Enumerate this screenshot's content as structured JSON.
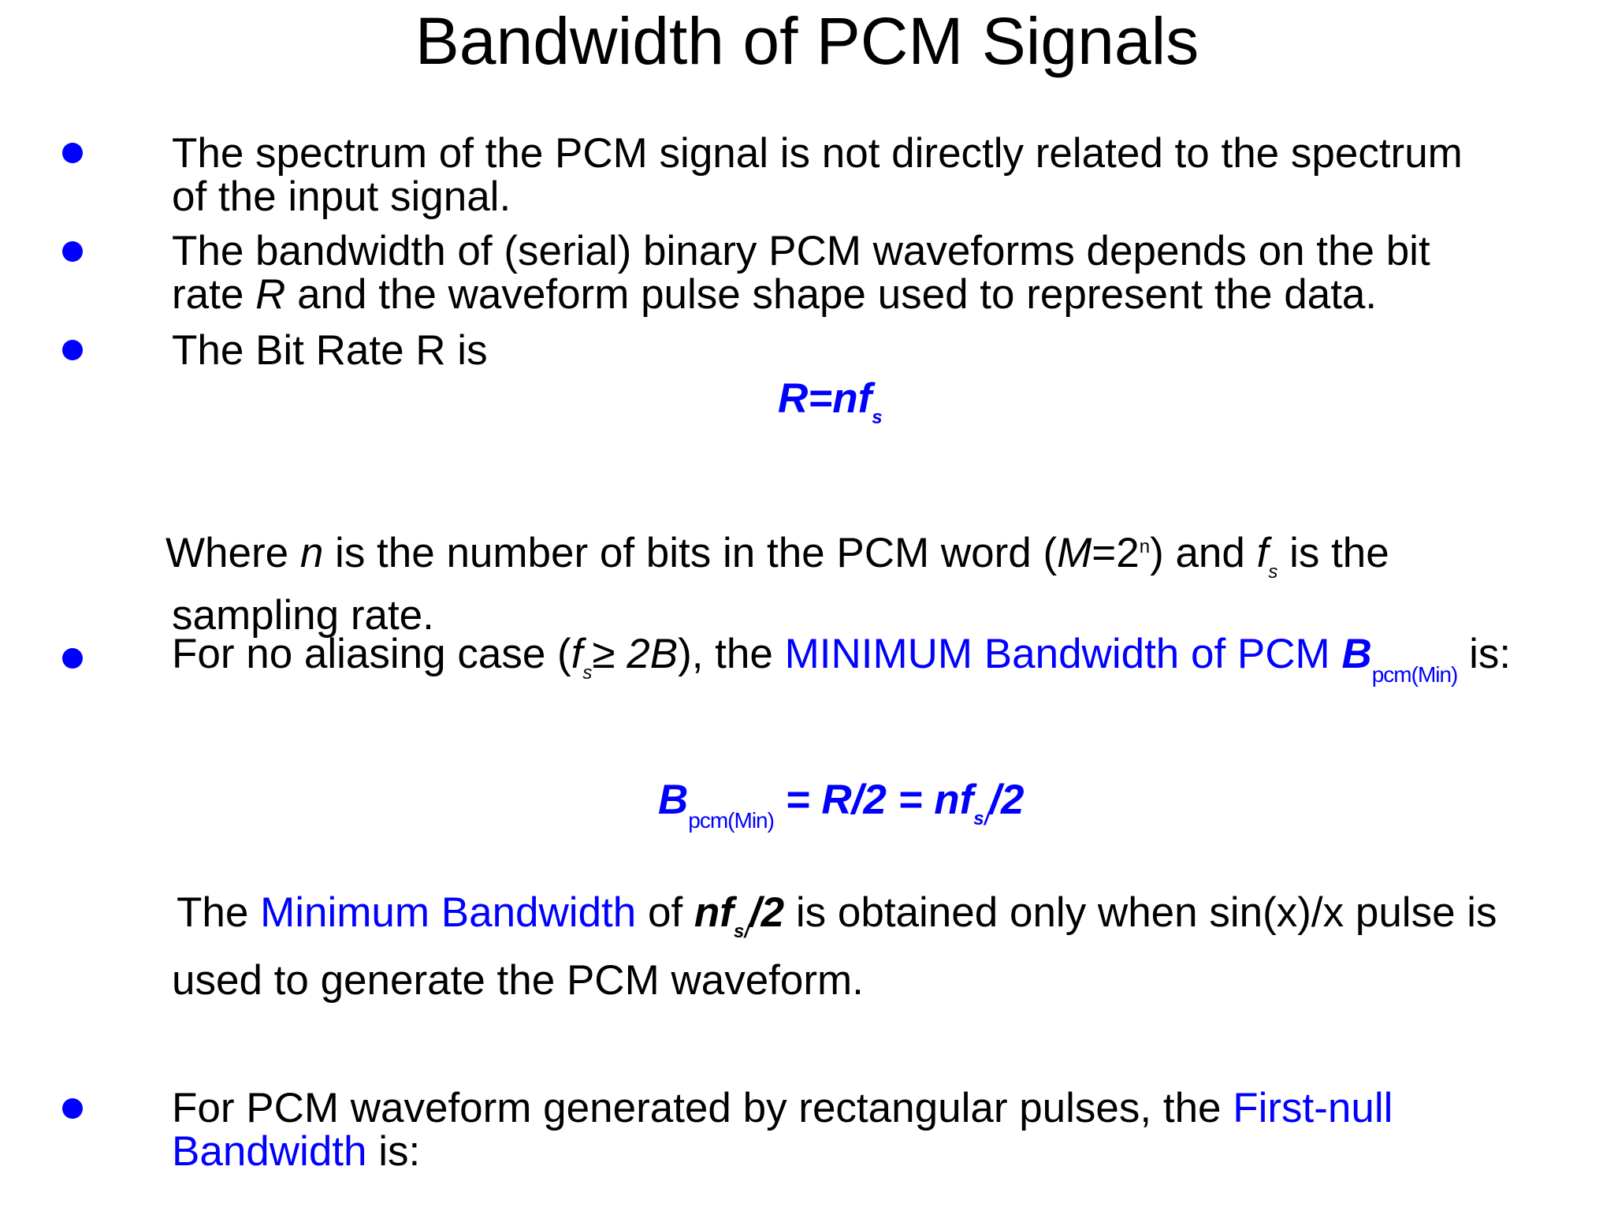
{
  "slide": {
    "title": "Bandwidth of PCM Signals"
  },
  "bullets": {
    "b1": {
      "line1": "The spectrum of the PCM signal is not directly related to the spectrum",
      "line2": "of the input signal."
    },
    "b2": {
      "line1": "The bandwidth of (serial) binary PCM waveforms depends on the bit",
      "line2_pre": "rate ",
      "line2_var": "R",
      "line2_post": " and the waveform pulse shape used to represent the data."
    },
    "b3": {
      "line1": "The Bit Rate R is"
    },
    "b4": {
      "pre": "For no aliasing case (",
      "f": "f",
      "s": "s",
      "mid": "≥ ",
      "twoB": "2B",
      "post": "), the ",
      "highlight": "MINIMUM Bandwidth of PCM ",
      "B": "B",
      "sub": "pcm(Min)",
      "end": " is:"
    },
    "b5": {
      "line1_pre": "For PCM waveform generated by rectangular pulses, the ",
      "line1_highlight": "First-null",
      "line2_highlight": "Bandwidth",
      "line2_post": " is:"
    }
  },
  "equation1": {
    "main": "R=nf",
    "sub": "s"
  },
  "where": {
    "w1": "Where ",
    "n": "n",
    "w2": " is the number of bits in the PCM word (",
    "M": "M",
    "w3": "=2",
    "sup": "n",
    "w4": ") and ",
    "f": "f",
    "s": "s",
    "w5": " is the",
    "line2": "sampling rate."
  },
  "equation2": {
    "B": "B",
    "sub": "pcm(Min)",
    "mid": " = R/2 = nf",
    "sub2": "s/",
    "end": "/2"
  },
  "minbw": {
    "pre": "The ",
    "highlight": "Minimum Bandwidth",
    "mid": " of ",
    "nf": "nf",
    "sub": "s/",
    "tail": "/2",
    "post": " is obtained only when sin(x)/x pulse is",
    "line2": "used to generate the PCM waveform."
  },
  "colors": {
    "accent": "#0000ff",
    "text": "#000000",
    "background": "#ffffff"
  }
}
